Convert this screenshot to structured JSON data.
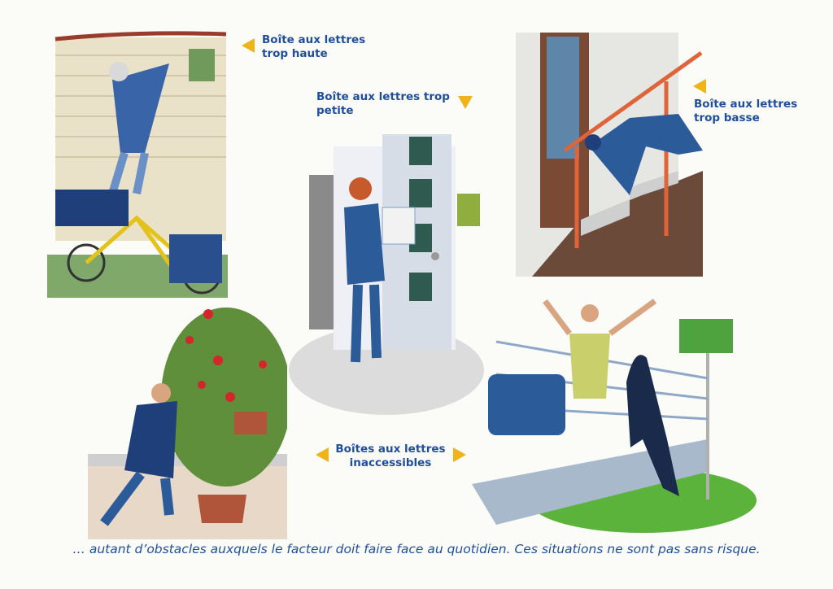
{
  "labels": {
    "too_high": [
      "Boîte aux lettres",
      "trop haute"
    ],
    "too_small": [
      "Boîte aux lettres trop",
      "petite"
    ],
    "too_low": [
      "Boîte aux lettres",
      "trop basse"
    ],
    "inaccessible": [
      "Boîtes aux lettres",
      "inaccessibles"
    ]
  },
  "caption": "… autant d’obstacles auxquels le facteur doit faire face au quotidien. Ces situations ne sont pas sans risque.",
  "colors": {
    "text": "#1f4f9c",
    "arrow": "#f0b419"
  }
}
